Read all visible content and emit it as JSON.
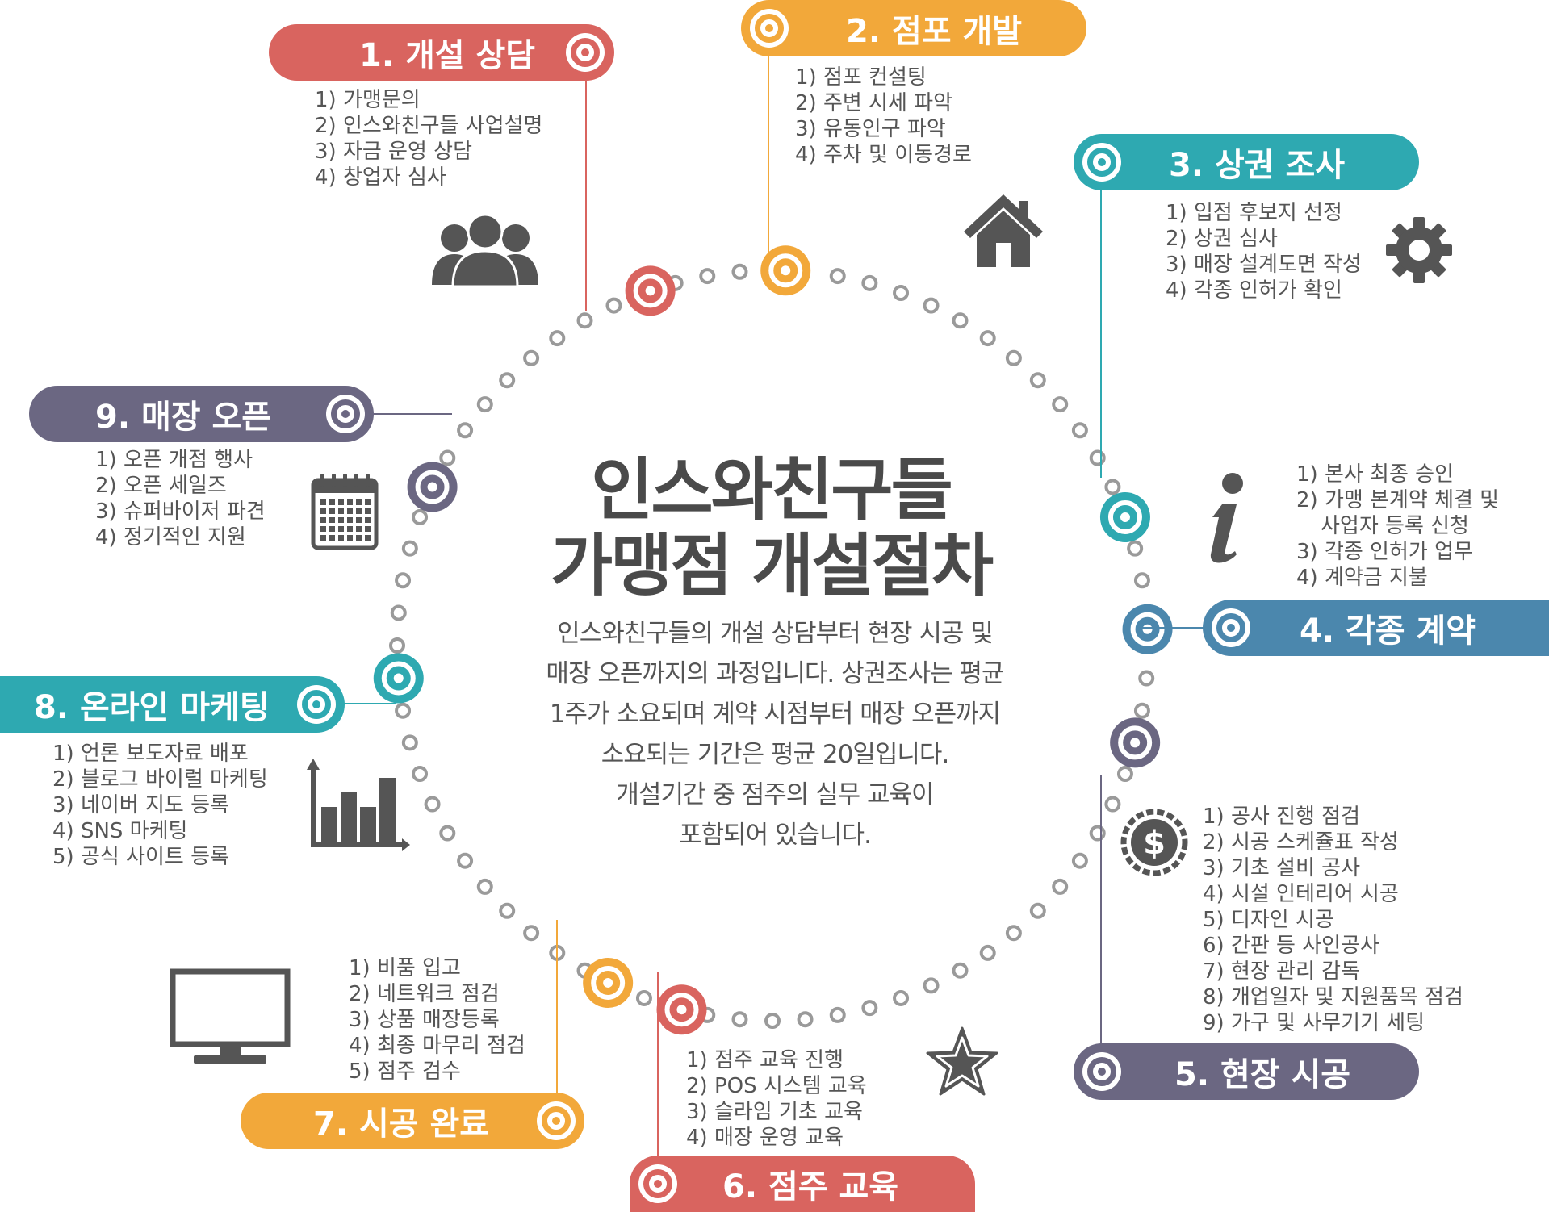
{
  "title": {
    "line1": "인스와친구들",
    "line2": "가맹점 개설절차"
  },
  "description": [
    "인스와친구들의 개설 상담부터 현장 시공 및",
    "매장 오픈까지의 과정입니다. 상권조사는 평균",
    "1주가 소요되며 계약 시점부터 매장 오픈까지",
    "소요되는 기간은 평균 20일입니다.",
    "개설기간 중 점주의 실무 교육이",
    "포함되어 있습니다."
  ],
  "colors": {
    "red": "#d9645f",
    "orange": "#f2a83a",
    "teal": "#2ea9b1",
    "blue": "#4b87ad",
    "purple": "#6b6782",
    "dot": "#9a9a9a",
    "icon": "#555555"
  },
  "steps": [
    {
      "label": "1. 개설 상담",
      "color": "red",
      "icon": "people-icon",
      "items": [
        "1) 가맹문의",
        "2) 인스와친구들 사업설명",
        "3) 자금 운영 상담",
        "4) 창업자 심사"
      ]
    },
    {
      "label": "2. 점포 개발",
      "color": "orange",
      "icon": "house-icon",
      "items": [
        "1) 점포 컨설팅",
        "2) 주변 시세 파악",
        "3) 유동인구 파악",
        "4) 주차 및 이동경로"
      ]
    },
    {
      "label": "3. 상권 조사",
      "color": "teal",
      "icon": "gear-icon",
      "items": [
        "1) 입점 후보지 선정",
        "2) 상권 심사",
        "3) 매장 설계도면 작성",
        "4) 각종 인허가 확인"
      ]
    },
    {
      "label": "4. 각종 계약",
      "color": "blue",
      "icon": "info-icon",
      "items": [
        "1) 본사 최종 승인",
        "2) 가맹 본계약 체결 및",
        "사업자 등록 신청",
        "3) 각종 인허가 업무",
        "4) 계약금 지불"
      ]
    },
    {
      "label": "5. 현장 시공",
      "color": "purple",
      "icon": "dollar-icon",
      "items": [
        "1) 공사 진행 점검",
        "2) 시공 스케쥴표 작성",
        "3) 기초 설비 공사",
        "4) 시설 인테리어 시공",
        "5) 디자인 시공",
        "6) 간판 등 사인공사",
        "7) 현장 관리 감독",
        "8) 개업일자 및 지원품목 점검",
        "9) 가구 및 사무기기 세팅"
      ]
    },
    {
      "label": "6. 점주 교육",
      "color": "red",
      "icon": "star-icon",
      "items": [
        "1) 점주 교육 진행",
        "2) POS 시스템 교육",
        "3) 슬라임 기초 교육",
        "4) 매장 운영 교육"
      ]
    },
    {
      "label": "7. 시공 완료",
      "color": "orange",
      "icon": "monitor-icon",
      "items": [
        "1) 비품 입고",
        "2) 네트워크 점검",
        "3) 상품 매장등록",
        "4) 최종 마무리 점검",
        "5) 점주 검수"
      ]
    },
    {
      "label": "8. 온라인 마케팅",
      "color": "teal",
      "icon": "bar-chart-icon",
      "items": [
        "1) 언론 보도자료 배포",
        "2) 블로그 바이럴 마케팅",
        "3) 네이버 지도 등록",
        "4) SNS 마케팅",
        "5) 공식 사이트 등록"
      ]
    },
    {
      "label": "9. 매장 오픈",
      "color": "purple",
      "icon": "calendar-icon",
      "items": [
        "1) 오픈 개점 행사",
        "2) 오픈 세일즈",
        "3) 슈퍼바이저 파견",
        "4) 정기적인 지원"
      ]
    }
  ]
}
